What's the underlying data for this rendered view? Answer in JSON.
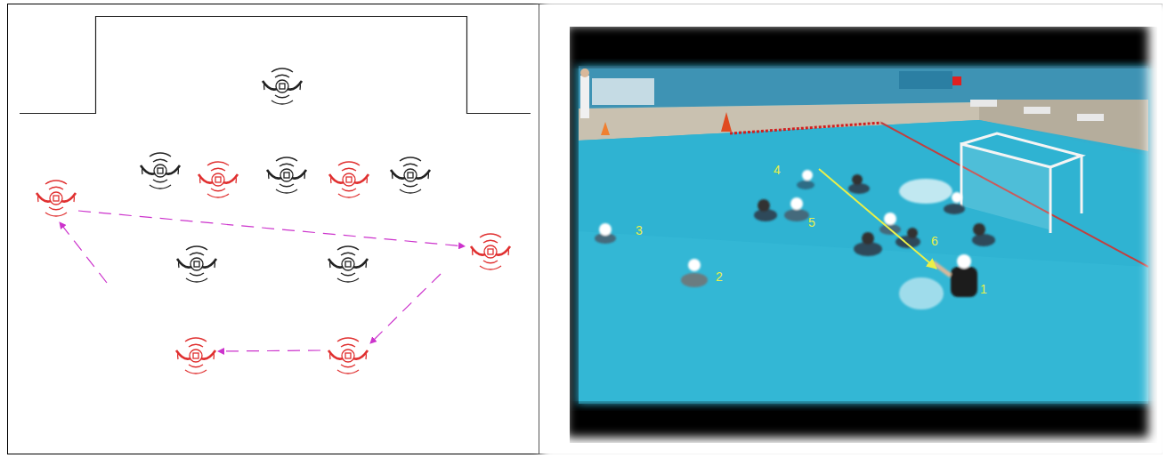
{
  "diagram": {
    "labels": [
      "4",
      "3",
      "5",
      "2",
      "6",
      "1"
    ]
  }
}
